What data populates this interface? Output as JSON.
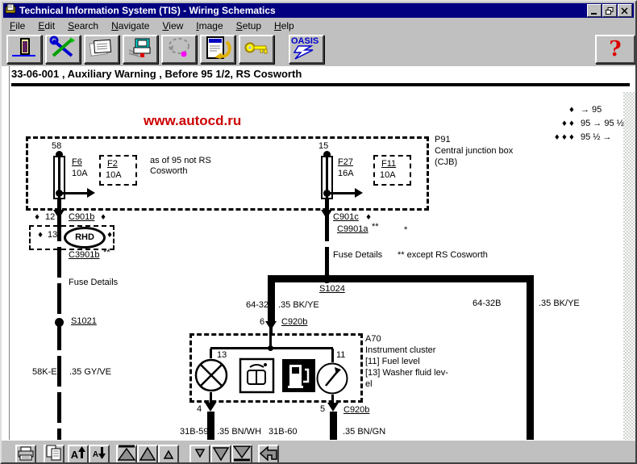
{
  "window": {
    "title": "Technical Information System (TIS) - Wiring Schematics"
  },
  "menu": {
    "items": [
      {
        "label": "File"
      },
      {
        "label": "Edit"
      },
      {
        "label": "Search"
      },
      {
        "label": "Navigate"
      },
      {
        "label": "View"
      },
      {
        "label": "Image"
      },
      {
        "label": "Setup"
      },
      {
        "label": "Help"
      }
    ]
  },
  "toolbar": {
    "oasis_label": "OASIS",
    "help_label": "?"
  },
  "document": {
    "title": "33-06-001 , Auxiliary Warning , Before 95 1/2, RS Cosworth",
    "watermark": "www.autocd.ru"
  },
  "legend": {
    "rows": [
      {
        "marks": "♦",
        "label": "→ 95"
      },
      {
        "marks": "♦♦",
        "label": "95 → 95 ½"
      },
      {
        "marks": "♦♦♦",
        "label": "95 ½ →"
      }
    ]
  },
  "cjb": {
    "id": "P91",
    "name": "Central junction box",
    "abbr": "(CJB)",
    "circuit_left": "58",
    "fuse_f6": "F6",
    "fuse_f6_rating": "10A",
    "fuse_f2": "F2",
    "fuse_f2_rating": "10A",
    "note_line1": "as of 95 not RS",
    "note_line2": "Cosworth",
    "circuit_right": "15",
    "fuse_f27": "F27",
    "fuse_f27_rating": "16A",
    "fuse_f11": "F11",
    "fuse_f11_rating": "10A"
  },
  "left_branch": {
    "diamond": "♦",
    "pin_12": "12",
    "conn_c901b": "C901b",
    "pin_13": "13",
    "rhd": "RHD",
    "conn_c3901b": "C3901b",
    "note_mark": "**",
    "fuse_details": "Fuse Details",
    "splice_s1021": "S1021",
    "wire_id": "58K-E",
    "wire_spec": ".35 GY/VE"
  },
  "right_branch": {
    "diamond": "♦",
    "conn_c901c": "C901c",
    "conn_c9901a": "C9901a",
    "mark_double": "**",
    "mark_single": "*",
    "fuse_details": "Fuse Details",
    "except_note": "** except RS Cosworth",
    "splice_s1024": "S1024",
    "wire_mid_id": "64-32",
    "wire_mid_spec": ".35 BK/YE",
    "wire_right_id": "64-32B",
    "wire_right_spec": ".35 BK/YE",
    "pin_6": "6",
    "conn_c920b": "C920b"
  },
  "cluster": {
    "id": "A70",
    "name": "Instrument cluster",
    "ref_11": "[11] Fuel level",
    "ref_13": "[13] Washer fluid lev-",
    "ref_13_cont": "el",
    "pin_13": "13",
    "pin_11": "11",
    "pin_4": "4",
    "pin_5": "5",
    "conn_c920b": "C920b",
    "wire_left_id": "31B-59",
    "wire_left_spec": ".35 BN/WH",
    "wire_right_id": "31B-60",
    "wire_right_spec": ".35 BN/GN"
  },
  "bottom_toolbar": {
    "font_increase": "A",
    "font_decrease": "A"
  }
}
